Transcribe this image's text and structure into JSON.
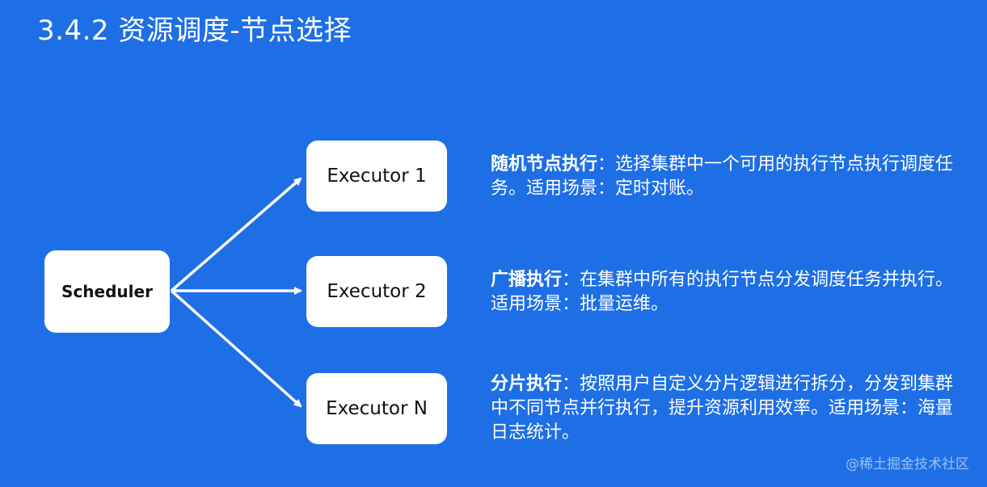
{
  "title": "3.4.2 资源调度-节点选择",
  "scheduler": {
    "label": "Scheduler"
  },
  "executors": [
    {
      "label": "Executor 1"
    },
    {
      "label": "Executor 2"
    },
    {
      "label": "Executor N"
    }
  ],
  "strategies": [
    {
      "name": "随机节点执行",
      "separator": "：",
      "text": "选择集群中一个可用的执行节点执行调度任务。适用场景：定时对账。"
    },
    {
      "name": "广播执行",
      "separator": "：",
      "text": "在集群中所有的执行节点分发调度任务并执行。适用场景：批量运维。"
    },
    {
      "name": "分片执行",
      "separator": "：",
      "text": "按照用户自定义分片逻辑进行拆分，分发到集群中不同节点并行执行，提升资源利用效率。适用场景：海量日志统计。"
    }
  ],
  "watermark": "@稀土掘金技术社区",
  "colors": {
    "background": "#1e6fe6",
    "box": "#ffffff",
    "arrow": "#ffffff"
  }
}
